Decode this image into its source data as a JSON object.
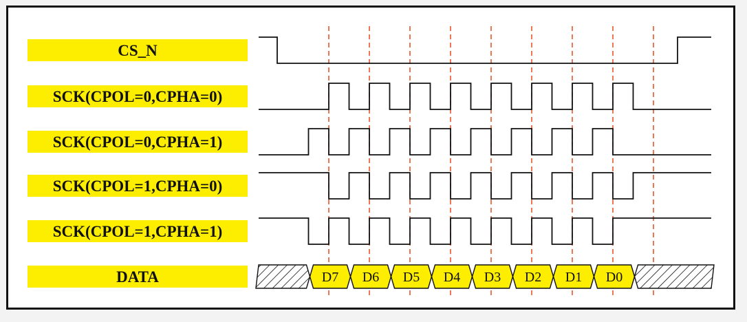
{
  "colors": {
    "label_bg": "#fdee00",
    "wave": "#111111",
    "guide": "#e8542c",
    "data_bg": "#fdee00",
    "hatch": "#111111"
  },
  "signals": [
    {
      "id": "cs_n",
      "label": "CS_N"
    },
    {
      "id": "sck_00",
      "label": "SCK(CPOL=0,CPHA=0)",
      "cpol": 0,
      "cpha": 0
    },
    {
      "id": "sck_01",
      "label": "SCK(CPOL=0,CPHA=1)",
      "cpol": 0,
      "cpha": 1
    },
    {
      "id": "sck_10",
      "label": "SCK(CPOL=1,CPHA=0)",
      "cpol": 1,
      "cpha": 0
    },
    {
      "id": "sck_11",
      "label": "SCK(CPOL=1,CPHA=1)",
      "cpol": 1,
      "cpha": 1
    },
    {
      "id": "data",
      "label": "DATA"
    }
  ],
  "data_bits": [
    "D7",
    "D6",
    "D5",
    "D4",
    "D3",
    "D2",
    "D1",
    "D0"
  ]
}
